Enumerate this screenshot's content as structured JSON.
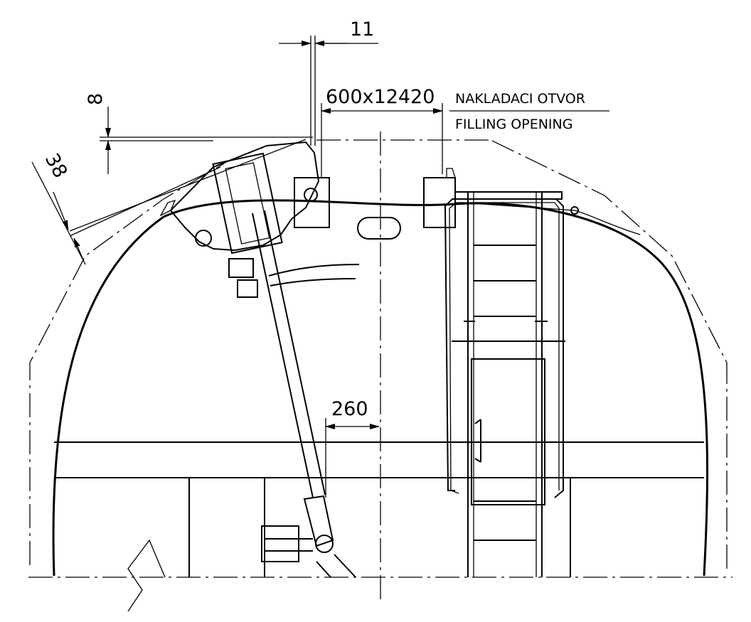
{
  "dimensions": {
    "gap": "11",
    "rim_offset": "8",
    "angle_offset": "38",
    "opening_size": "600x12420",
    "arm_offset": "260"
  },
  "notes": {
    "opening_local": "NAKLADACI OTVOR",
    "opening_english": "FILLING OPENING"
  }
}
